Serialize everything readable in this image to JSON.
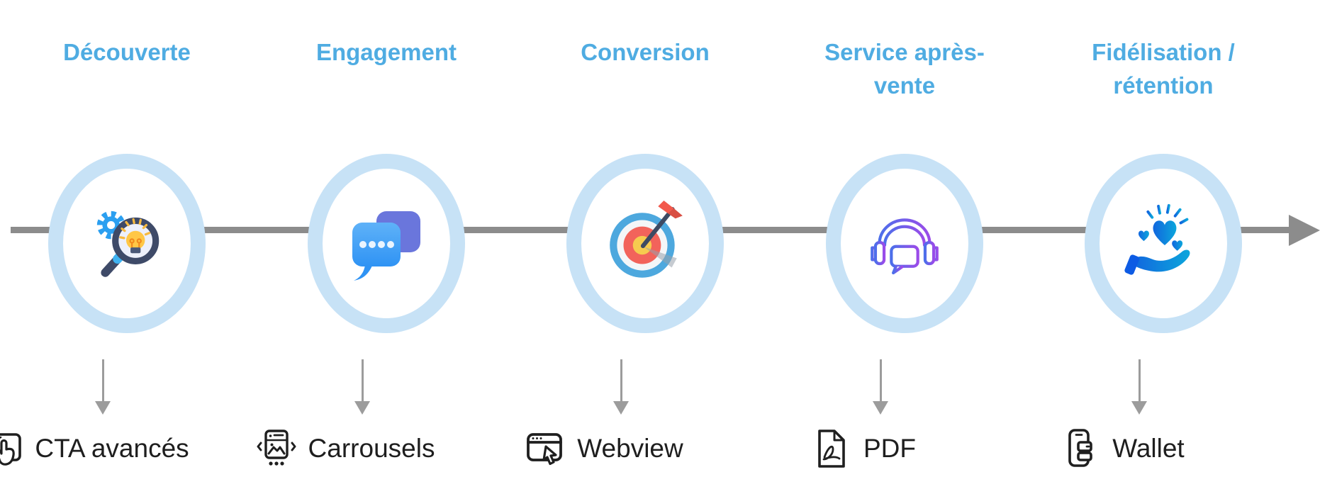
{
  "diagram": {
    "colors": {
      "title_blue": "#4FACE2",
      "circle_border": "#C7E2F6",
      "timeline_gray": "#8C8C8C",
      "down_arrow_gray": "#9C9C9C",
      "label_dark": "#1E1E1E"
    },
    "stages": [
      {
        "title": "Découverte",
        "stage_icon": "magnifier-lightbulb-gear-icon",
        "deliverable": "CTA avancés",
        "deliverable_icon": "tablet-tap-icon"
      },
      {
        "title": "Engagement",
        "stage_icon": "chat-bubbles-icon",
        "deliverable": "Carrousels",
        "deliverable_icon": "carousel-icon"
      },
      {
        "title": "Conversion",
        "stage_icon": "target-dart-icon",
        "deliverable": "Webview",
        "deliverable_icon": "browser-cursor-icon"
      },
      {
        "title": "Service après-vente",
        "stage_icon": "headset-support-icon",
        "deliverable": "PDF",
        "deliverable_icon": "pdf-file-icon"
      },
      {
        "title": "Fidélisation / rétention",
        "stage_icon": "hand-hearts-icon",
        "deliverable": "Wallet",
        "deliverable_icon": "wallet-icon"
      }
    ]
  }
}
